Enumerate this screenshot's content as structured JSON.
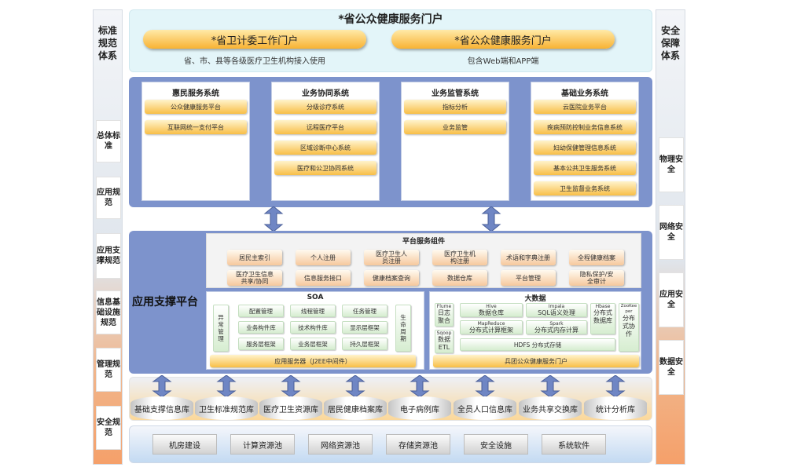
{
  "left_column": {
    "title": "标准规范体系",
    "items": [
      "总体标准",
      "应用规范",
      "应用支撑规范",
      "信息基础设施规范",
      "管理规范",
      "安全规范"
    ]
  },
  "right_column": {
    "title": "安全保障体系",
    "items": [
      "物理安全",
      "网络安全",
      "应用安全",
      "数据安全"
    ]
  },
  "portal_layer": {
    "title": "*省公众健康服务门户",
    "left_button": "*省卫计委工作门户",
    "left_caption": "省、市、县等各级医疗卫生机构接入使用",
    "right_button": "*省公众健康服务门户",
    "right_caption": "包含Web端和APP端"
  },
  "systems": [
    {
      "title": "惠民服务系统",
      "items": [
        "公众健康服务平台",
        "互联网统一支付平台"
      ]
    },
    {
      "title": "业务协同系统",
      "items": [
        "分级诊疗系统",
        "远程医疗平台",
        "区域诊断中心系统",
        "医疗和公卫协同系统"
      ]
    },
    {
      "title": "业务监管系统",
      "items": [
        "指标分析",
        "业务监管"
      ]
    },
    {
      "title": "基础业务系统",
      "items": [
        "云医院业务平台",
        "疾病预防控制业务信息系统",
        "妇幼保健管理信息系统",
        "基本公共卫生服务系统",
        "卫生监督业务系统"
      ]
    }
  ],
  "support_platform": {
    "title": "应用支撑平台",
    "services_title": "平台服务组件",
    "services": [
      "居民主索引",
      "个人注册",
      "医疗卫生人员注册",
      "医疗卫生机构注册",
      "术语和字典注册",
      "全程健康档案",
      "医疗卫生信息共享/协同",
      "信息服务接口",
      "健康档案查询",
      "数据仓库",
      "平台管理",
      "隐私保护/安全审计"
    ],
    "soa": {
      "title": "SOA",
      "left": "异常管理",
      "right": "生命周期",
      "grid": [
        "配置管理",
        "线程管理",
        "任务管理",
        "业务构件库",
        "技术构件库",
        "显示层框架",
        "服务层框架",
        "业务层框架",
        "持久层框架"
      ],
      "bottom": "应用服务器（J2EE中间件）"
    },
    "bigdata": {
      "title": "大数据",
      "flume_label": "Flume",
      "flume_text": "日志聚合",
      "sqoop_label": "Sqoop",
      "sqoop_text": "数据ETL",
      "hive_label": "Hive",
      "hive_text": "数据仓库",
      "impala_label": "Impala",
      "impala_text": "SQL语义处理",
      "mapreduce_label": "MapReduce",
      "mapreduce_text": "分布式计算框架",
      "spark_label": "Spark",
      "spark_text": "分布式内存计算",
      "hbase_label": "Hbase",
      "hbase_text": "分布式数据库",
      "zookeeper_label": "ZooKeeper",
      "zookeeper_text": "分布式协作",
      "hdfs": "HDFS 分布式存储",
      "bottom": "兵团公众健康服务门户"
    }
  },
  "databases": [
    "基础支撑信息库",
    "卫生标准规范库",
    "医疗卫生资源库",
    "居民健康档案库",
    "电子病例库",
    "全员人口信息库",
    "业务共享交换库",
    "统计分析库"
  ],
  "infrastructure": [
    "机房建设",
    "计算资源池",
    "网络资源池",
    "存储资源池",
    "安全设施",
    "系统软件"
  ]
}
